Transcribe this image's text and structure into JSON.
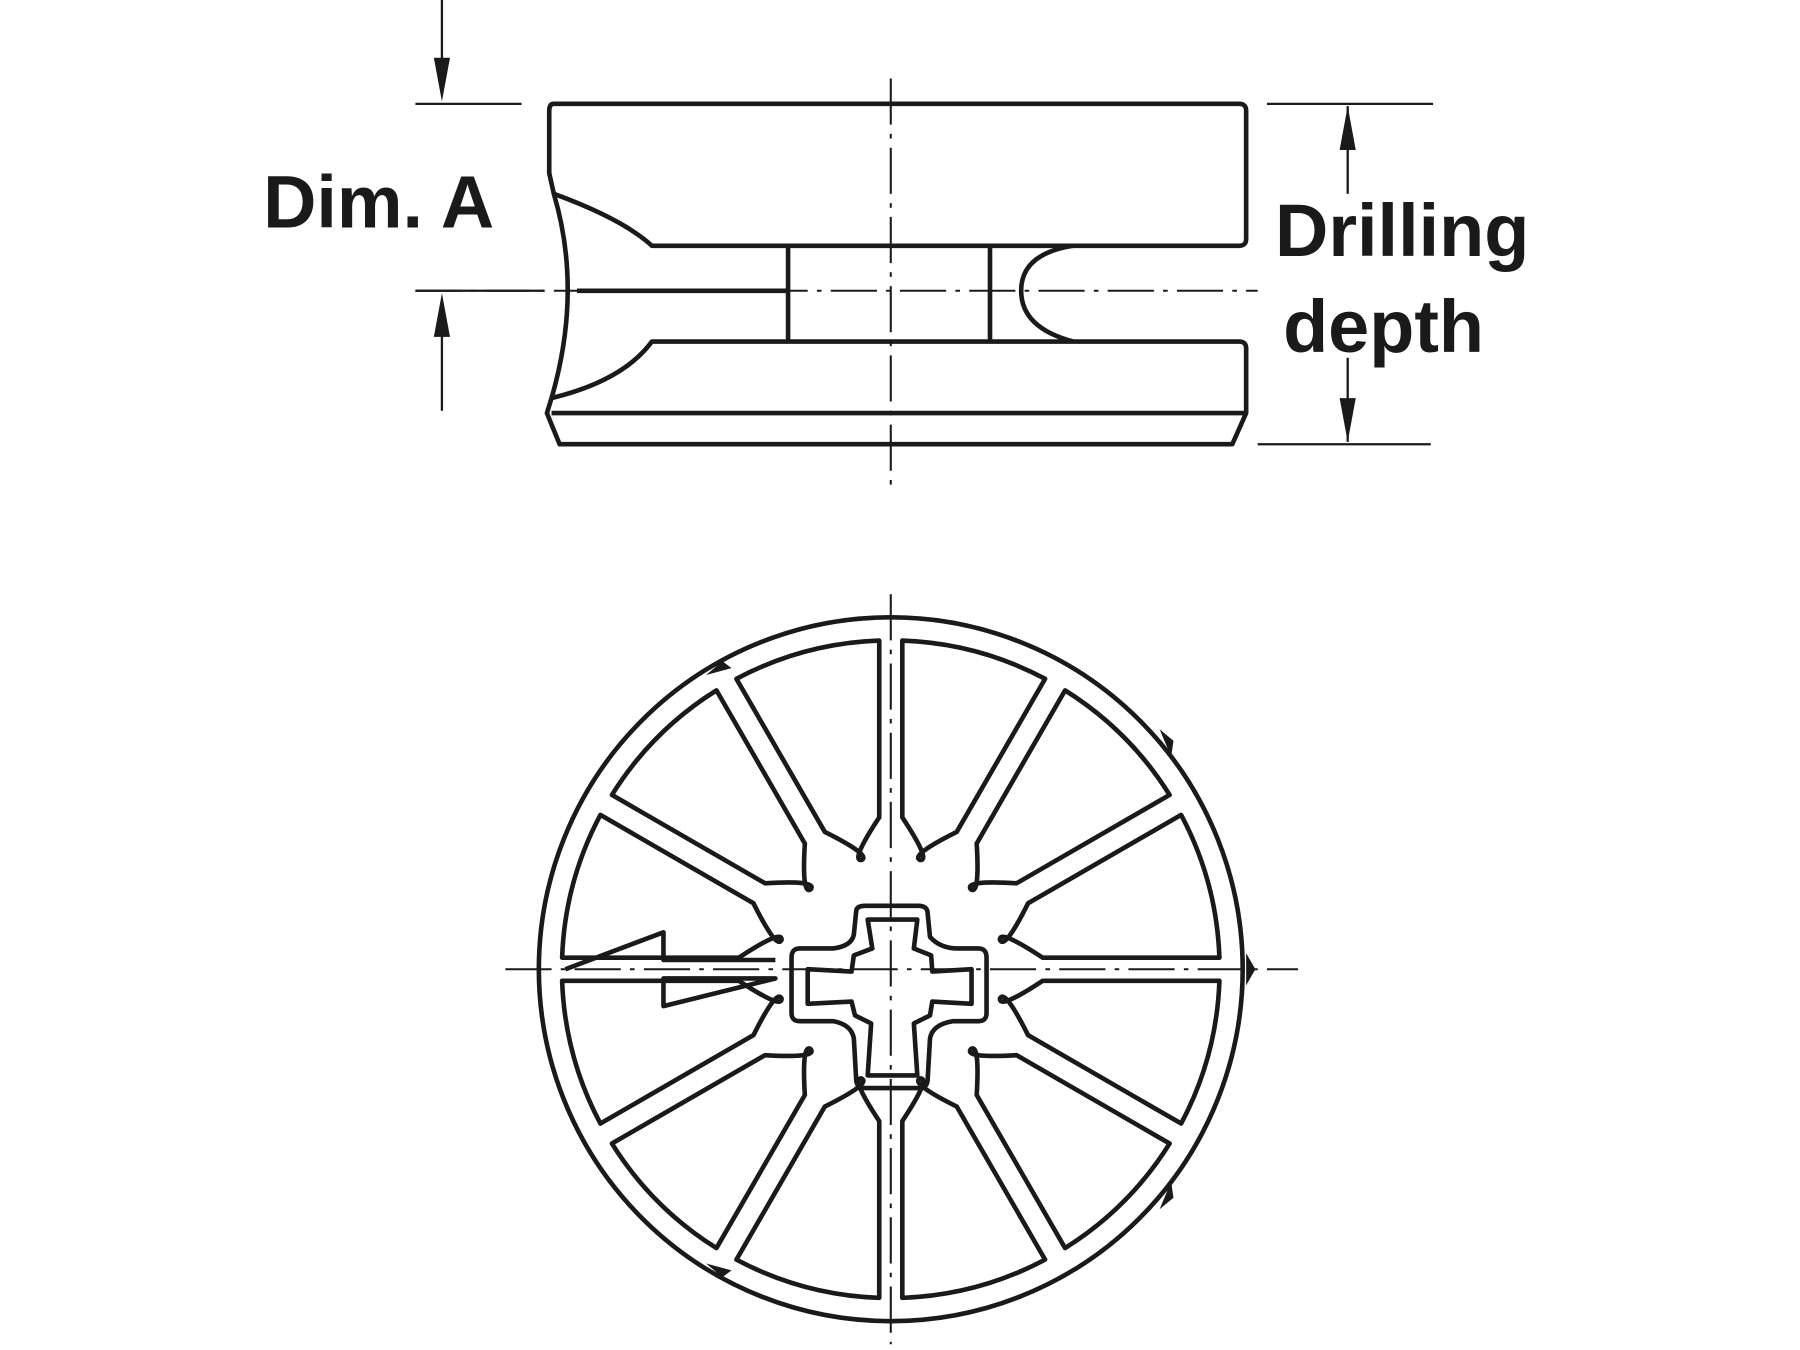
{
  "labels": {
    "dim_a": "Dim. A",
    "drilling_line1": "Drilling",
    "drilling_line2": "depth"
  },
  "colors": {
    "line": "#1a1a1a",
    "background": "#ffffff"
  }
}
